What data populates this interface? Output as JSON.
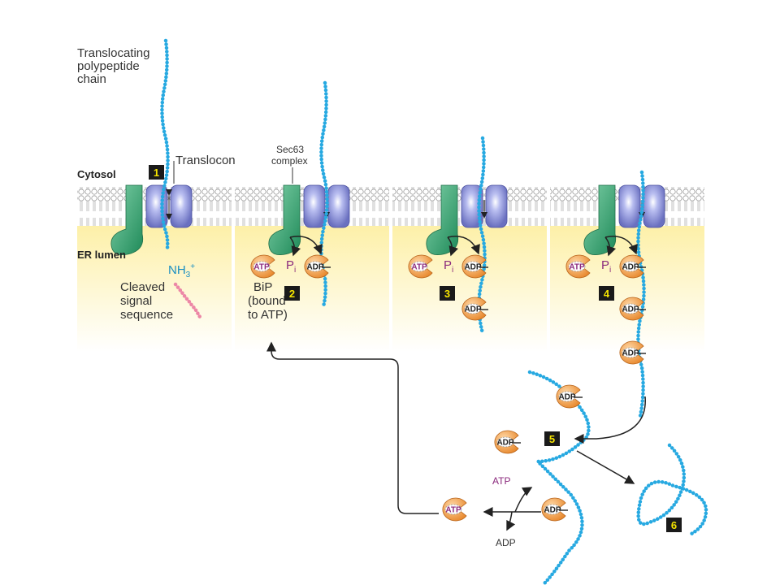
{
  "labels": {
    "translocating_chain": [
      "Translocating",
      "polypeptide",
      "chain"
    ],
    "translocon": "Translocon",
    "sec63": [
      "Sec63",
      "complex"
    ],
    "cytosol": "Cytosol",
    "er_lumen": "ER lumen",
    "nh3": "NH",
    "nh3_sub": "3",
    "nh3_sup": "+",
    "cleaved_signal": [
      "Cleaved",
      "signal",
      "sequence"
    ],
    "bip": [
      "BiP",
      "(bound",
      "to ATP)"
    ],
    "atp": "ATP",
    "adp": "ADP",
    "pi": "P",
    "pi_sub": "i"
  },
  "steps": [
    "1",
    "2",
    "3",
    "4",
    "5",
    "6"
  ],
  "colors": {
    "lumen": "#fdf2b6",
    "chain": "#27a9e1",
    "bip": "#f0a04b",
    "sec63": "#2f9e6d",
    "translocon": "#8c93d8",
    "signal": "#ec87a6",
    "atp_text": "#8b2a7d",
    "step_box": "#1a1a1a",
    "step_text": "#f5e400"
  }
}
